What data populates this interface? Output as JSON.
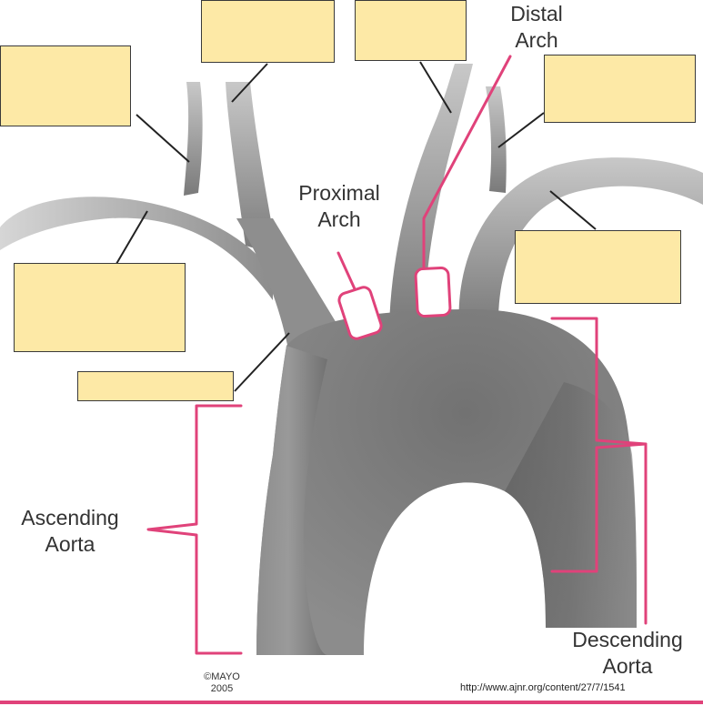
{
  "labels": {
    "distal_arch": [
      "Distal",
      "Arch"
    ],
    "proximal_arch": [
      "Proximal",
      "Arch"
    ],
    "ascending_aorta": [
      "Ascending",
      "Aorta"
    ],
    "descending_aorta": [
      "Descending",
      "Aorta"
    ]
  },
  "credit": [
    "©MAYO",
    "2005"
  ],
  "source_url": "http://www.ajnr.org/content/27/7/1541",
  "colors": {
    "bracket": "#e0427a",
    "blank_box_fill": "#fde9a6",
    "vessel_gray": "#8a8a8a"
  }
}
